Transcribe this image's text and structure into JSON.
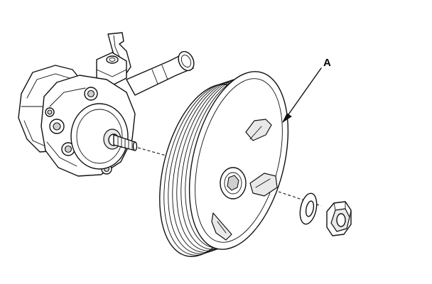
{
  "callouts": [
    {
      "id": "A",
      "text": "A"
    }
  ],
  "parts": [
    {
      "name": "power-steering-pump",
      "icon": "pump-body"
    },
    {
      "name": "pump-pulley",
      "icon": "grooved-pulley",
      "callout": "A"
    },
    {
      "name": "washer",
      "icon": "flat-washer"
    },
    {
      "name": "nut",
      "icon": "hex-nut"
    }
  ],
  "colors": {
    "line": "#111111",
    "background": "#ffffff",
    "shade": "#e9e9e9"
  }
}
